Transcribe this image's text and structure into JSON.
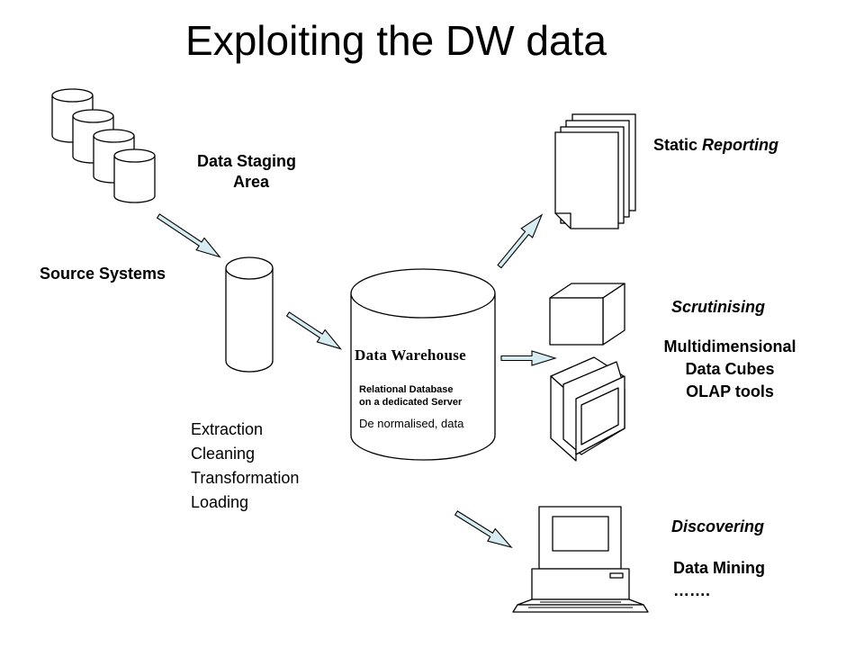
{
  "title": "Exploiting the DW data",
  "labels": {
    "staging_line1": "Data Staging",
    "staging_line2": "Area",
    "source_systems": "Source Systems",
    "dw_name": "Data Warehouse",
    "dw_sub1": "Relational Database",
    "dw_sub2": "on a dedicated Server",
    "dw_sub3": "De normalised, data",
    "static_prefix": "Static ",
    "static_suffix": "Reporting",
    "scrutinising": "Scrutinising",
    "multi_line1": "Multidimensional",
    "multi_line2": "Data Cubes",
    "multi_line3": "OLAP tools",
    "discovering": "Discovering",
    "mining_line1": "Data Mining",
    "mining_line2": "……."
  },
  "process_steps": [
    "Extraction",
    "Cleaning",
    "Transformation",
    "Loading"
  ],
  "colors": {
    "arrow_fill": "#d6ecf0",
    "stroke": "#000000"
  }
}
